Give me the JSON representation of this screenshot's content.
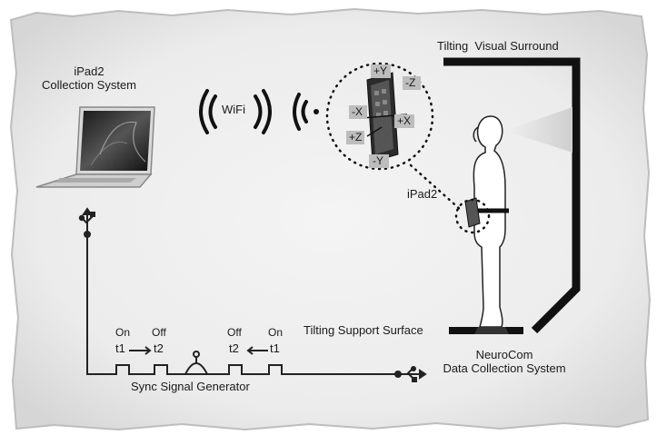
{
  "labels": {
    "laptop_title_line1": "iPad2",
    "laptop_title_line2": "Collection System",
    "wifi": "WiFi",
    "visual_surround": "Tilting  Visual Surround",
    "ipad2": "iPad2",
    "support_surface": "Tilting Support Surface",
    "neurocom_line1": "NeuroCom",
    "neurocom_line2": "Data Collection System",
    "sync_generator": "Sync Signal Generator"
  },
  "axes": {
    "plus_y": "+Y",
    "minus_z": "-Z",
    "minus_x": "-X",
    "plus_x": "+X",
    "plus_z": "+Z",
    "minus_y": "-Y"
  },
  "pulses": {
    "left_on": "On",
    "left_off": "Off",
    "left_t1": "t1",
    "left_t2": "t2",
    "right_off": "Off",
    "right_on": "On",
    "right_t2": "t2",
    "right_t1": "t1"
  },
  "icons": [
    "usb-icon",
    "wifi-icon",
    "laptop-icon",
    "ipad-icon",
    "person-icon"
  ]
}
